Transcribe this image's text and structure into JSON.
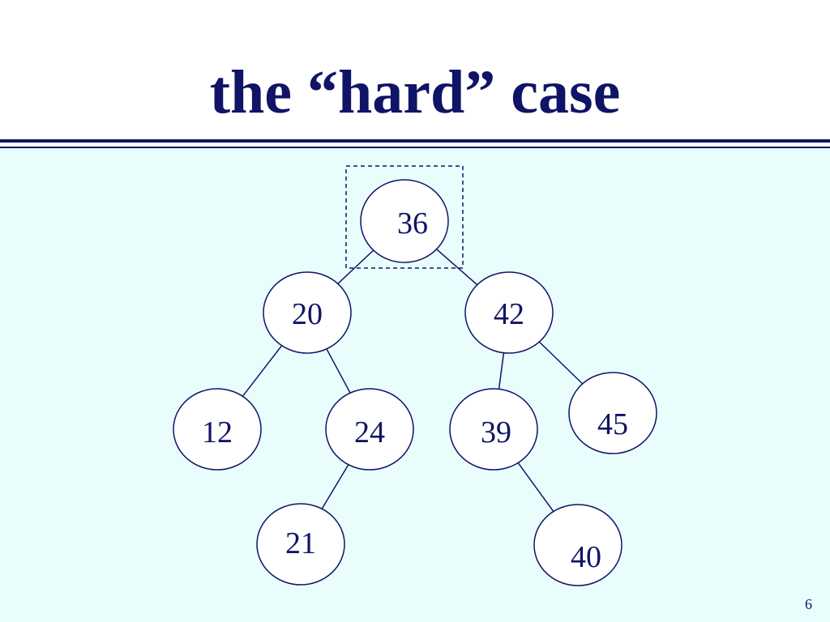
{
  "slide": {
    "title": "the “hard” case",
    "page_number": "6"
  },
  "colors": {
    "navy": "#101466",
    "content_background": "#e9fdfd",
    "node_fill": "#ffffff"
  },
  "tree": {
    "highlighted_node": "36",
    "nodes": [
      {
        "id": "n36",
        "label": "36"
      },
      {
        "id": "n20",
        "label": "20"
      },
      {
        "id": "n42",
        "label": "42"
      },
      {
        "id": "n12",
        "label": "12"
      },
      {
        "id": "n24",
        "label": "24"
      },
      {
        "id": "n39",
        "label": "39"
      },
      {
        "id": "n45",
        "label": "45"
      },
      {
        "id": "n21",
        "label": "21"
      },
      {
        "id": "n40",
        "label": "40"
      }
    ],
    "edges": [
      {
        "from": "n36",
        "to": "n20"
      },
      {
        "from": "n36",
        "to": "n42"
      },
      {
        "from": "n20",
        "to": "n12"
      },
      {
        "from": "n20",
        "to": "n24"
      },
      {
        "from": "n24",
        "to": "n21"
      },
      {
        "from": "n42",
        "to": "n39"
      },
      {
        "from": "n42",
        "to": "n45"
      },
      {
        "from": "n39",
        "to": "n40"
      }
    ]
  }
}
